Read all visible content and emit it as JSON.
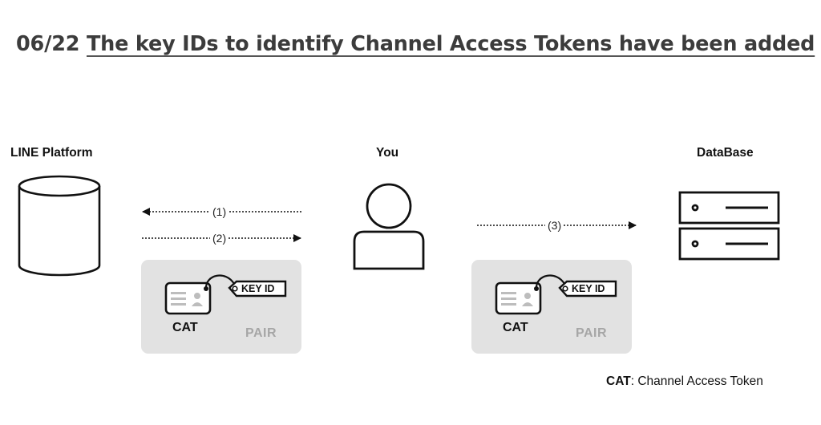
{
  "title": {
    "date": "06/22",
    "text": "The key IDs to identify Channel Access Tokens have been added"
  },
  "nodes": {
    "platform": "LINE Platform",
    "you": "You",
    "database": "DataBase"
  },
  "arrows": {
    "step1": "(1)",
    "step2": "(2)",
    "step3": "(3)"
  },
  "pairs": [
    {
      "cat": "CAT",
      "key_id": "KEY ID",
      "pair": "PAIR"
    },
    {
      "cat": "CAT",
      "key_id": "KEY ID",
      "pair": "PAIR"
    }
  ],
  "note": {
    "abbr": "CAT",
    "definition": ": Channel Access Token"
  },
  "icons": [
    "cylinder-icon",
    "person-icon",
    "server-icon",
    "id-card-icon",
    "key-tag-icon"
  ],
  "colors": {
    "background": "#ffffff",
    "pair_box": "#e2e2e2",
    "pair_text": "#a6a6a6",
    "title_text": "#3c3c3c"
  }
}
